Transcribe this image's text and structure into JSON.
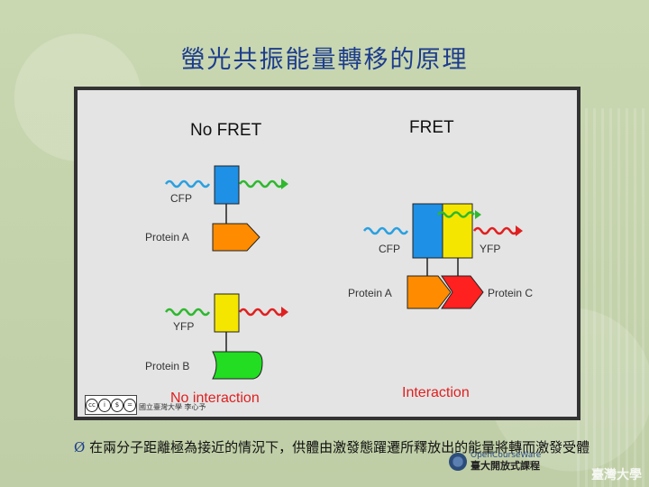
{
  "slide": {
    "title": "螢光共振能量轉移的原理",
    "bullet_marker": "Ø",
    "bullet_text": "在兩分子距離極為接近的情況下，供體由激發態躍遷所釋放出的能量將轉而激發受體"
  },
  "diagram": {
    "no_fret_heading": "No FRET",
    "fret_heading": "FRET",
    "left_cfp_label": "CFP",
    "left_protein_a_label": "Protein A",
    "left_yfp_label": "YFP",
    "left_protein_b_label": "Protein B",
    "no_interaction_label": "No interaction",
    "right_cfp_label": "CFP",
    "right_yfp_label": "YFP",
    "right_protein_a_label": "Protein A",
    "right_protein_c_label": "Protein C",
    "interaction_label": "Interaction",
    "credit": "國立臺灣大學 李心予",
    "cc_icons": [
      "cc",
      "by",
      "nc",
      "sa"
    ],
    "colors": {
      "cfp": "#1e90e6",
      "yfp": "#f5e600",
      "protein_a": "#ff8c00",
      "protein_b": "#22dd22",
      "protein_c": "#ff2020",
      "wave_blue": "#2aa0e0",
      "wave_green": "#2eb82e",
      "wave_red": "#e02020",
      "label_red": "#e02020",
      "title_blue": "#1c3c8c"
    }
  },
  "footer": {
    "ocw_top": "OpenCourseWare",
    "ocw_name": "臺大開放式課程",
    "corner_mark": "臺灣大學"
  }
}
